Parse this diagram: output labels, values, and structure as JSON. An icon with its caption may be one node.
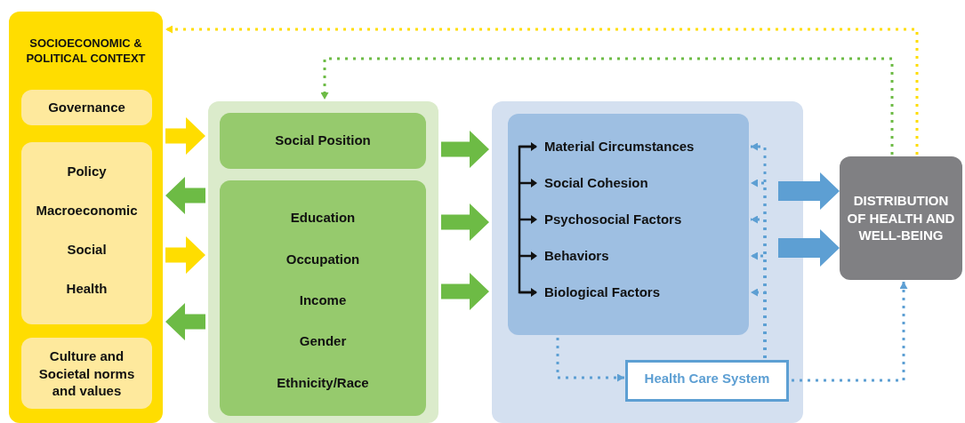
{
  "diagram": {
    "nodes": [
      {
        "text": [
          "SOCIOECONOMIC & POLITICAL CONTEXT"
        ]
      },
      {
        "text": [
          "Governance"
        ],
        "in": 0
      },
      {
        "text": [
          "Policy",
          "Macroeconomic",
          "Social",
          "Health"
        ],
        "in": 0
      },
      {
        "text": [
          "Culture and Societal norms and values"
        ],
        "in": 0
      },
      {
        "text": [],
        "shape": "box"
      },
      {
        "text": [
          "Social Position"
        ],
        "in": 4
      },
      {
        "text": [
          "Education",
          "Occupation",
          "Income",
          "Gender",
          "Ethnicity/Race"
        ],
        "in": 4
      },
      {
        "text": [],
        "shape": "box"
      },
      {
        "text": [
          "Material Circumstances",
          "Social Cohesion",
          "Psychosocial Factors",
          "Behaviors",
          "Biological Factors"
        ],
        "in": 7
      },
      {
        "text": [
          "Health Care System"
        ],
        "in": 7
      },
      {
        "text": [
          "DISTRIBUTION OF HEALTH AND WELL-BEING"
        ]
      }
    ],
    "edges": [
      {
        "from": 0,
        "to": 4,
        "arrow": "to",
        "style": "thick",
        "color": "#ffdd00"
      },
      {
        "from": 4,
        "to": 0,
        "arrow": "to",
        "style": "thick",
        "color": "#6dbb45"
      },
      {
        "from": 0,
        "to": 4,
        "arrow": "to",
        "style": "thick",
        "color": "#ffdd00"
      },
      {
        "from": 4,
        "to": 0,
        "arrow": "to",
        "style": "thick",
        "color": "#6dbb45"
      },
      {
        "from": 4,
        "to": 7,
        "arrow": "to",
        "style": "thick",
        "color": "#6dbb45"
      },
      {
        "from": 4,
        "to": 7,
        "arrow": "to",
        "style": "thick",
        "color": "#6dbb45"
      },
      {
        "from": 4,
        "to": 7,
        "arrow": "to",
        "style": "thick",
        "color": "#6dbb45"
      },
      {
        "from": 7,
        "to": 10,
        "arrow": "to",
        "style": "thick"
      },
      {
        "from": 7,
        "to": 10,
        "arrow": "to",
        "style": "thick"
      },
      {
        "from": 10,
        "to": 0,
        "arrow": "to",
        "style": "dashed",
        "color": "#ffdd00"
      },
      {
        "from": 10,
        "to": 4,
        "arrow": "to",
        "style": "dashed",
        "color": "#6dbb45"
      },
      {
        "from": 8,
        "to": 9,
        "arrow": "to",
        "style": "dashed"
      },
      {
        "from": 9,
        "to": 10,
        "arrow": "to",
        "style": "dashed"
      },
      {
        "from": 9,
        "to": 8,
        "arrow": "to",
        "style": "dashed"
      },
      {
        "from": 9,
        "to": 8,
        "arrow": "to",
        "style": "dashed"
      },
      {
        "from": 9,
        "to": 8,
        "arrow": "to",
        "style": "dashed"
      },
      {
        "from": 9,
        "to": 8,
        "arrow": "to",
        "style": "dashed"
      },
      {
        "from": 9,
        "to": 8,
        "arrow": "to",
        "style": "dashed"
      }
    ]
  }
}
